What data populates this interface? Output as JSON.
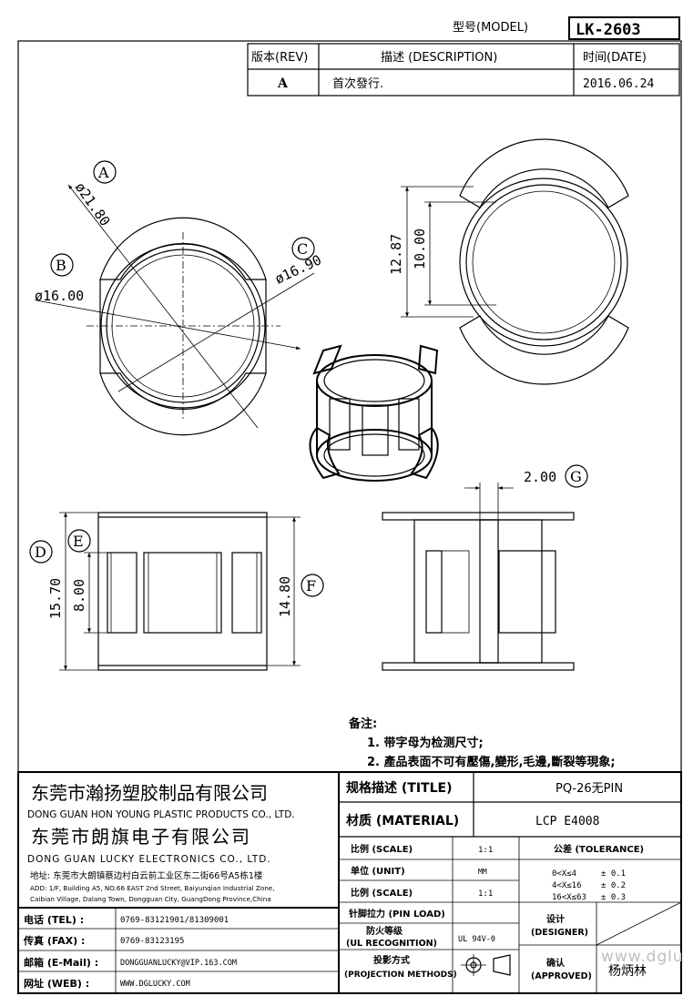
{
  "header": {
    "model_label": "型号(MODEL)",
    "model_value": "LK-2603"
  },
  "revision": {
    "rev_label": "版本(REV)",
    "desc_label": "描述 (DESCRIPTION)",
    "date_label": "时间(DATE)",
    "rev_value": "A",
    "desc_value": "首次發行.",
    "date_value": "2016.06.24"
  },
  "dimensions": {
    "A": "ø21.80",
    "B": "ø16.00",
    "C": "ø16.90",
    "H1": "12.87",
    "H2": "10.00",
    "D": "15.70",
    "E": "8.00",
    "F": "14.80",
    "G": "2.00"
  },
  "callouts": [
    "A",
    "B",
    "C",
    "D",
    "E",
    "F",
    "G"
  ],
  "notes": {
    "title": "备注:",
    "items": [
      "1. 带字母为检测尺寸;",
      "2. 產品表面不可有壓傷,變形,毛邊,斷裂等現象;"
    ]
  },
  "company": {
    "name_cn_1": "东莞市瀚扬塑胶制品有限公司",
    "name_en_1": "DONG GUAN HON YOUNG PLASTIC PRODUCTS CO., LTD.",
    "name_cn_2": "东莞市朗旗电子有限公司",
    "name_en_2": "DONG GUAN LUCKY ELECTRONICS CO., LTD.",
    "address_cn": "地址: 东莞市大朗镇蔡边村白云前工业区东二街66号A5栋1楼",
    "address_en_1": "ADD: 1/F, Building A5, NO.66 EAST 2nd Street, Baiyunqian Industrial Zone,",
    "address_en_2": "Caibian Village, Dalang Town, Dongguan City, GuangDong Province,China"
  },
  "contacts": [
    {
      "label": "电话 (TEL) :",
      "value": "0769-83121901/81309001"
    },
    {
      "label": "传真 (FAX) :",
      "value": "0769-83123195"
    },
    {
      "label": "邮箱 (E-Mail) :",
      "value": "DONGGUANLUCKY@VIP.163.COM"
    },
    {
      "label": "网址 (WEB) :",
      "value": "WWW.DGLUCKY.COM"
    }
  ],
  "spec": {
    "title_label": "规格描述 (TITLE)",
    "title_value": "PQ-26无PIN",
    "material_label": "材质 (MATERIAL)",
    "material_value": "LCP E4008",
    "scale_label": "比例 (SCALE)",
    "scale_value": "1:1",
    "unit_label": "单位 (UNIT)",
    "unit_value": "MM",
    "scale2_label": "比例 (SCALE)",
    "scale2_value": "1:1",
    "pin_load_label": "针脚拉力 (PIN LOAD)",
    "ul_label_1": "防火等级",
    "ul_label_2": "(UL RECOGNITION)",
    "ul_value": "UL 94V-0",
    "proj_label_1": "投影方式",
    "proj_label_2": "(PROJECTION METHODS)",
    "tolerance_label": "公差 (TOLERANCE)",
    "tol_rows": [
      {
        "range": "0<X≤4",
        "tol": "± 0.1"
      },
      {
        "range": "4<X≤16",
        "tol": "± 0.2"
      },
      {
        "range": "16<X≤63",
        "tol": "± 0.3"
      }
    ],
    "designer_label_1": "设计",
    "designer_label_2": "(DESIGNER)",
    "approved_label_1": "确认",
    "approved_label_2": "(APPROVED)",
    "approved_value": "杨炳林"
  },
  "watermark": "www.dglucky.com"
}
